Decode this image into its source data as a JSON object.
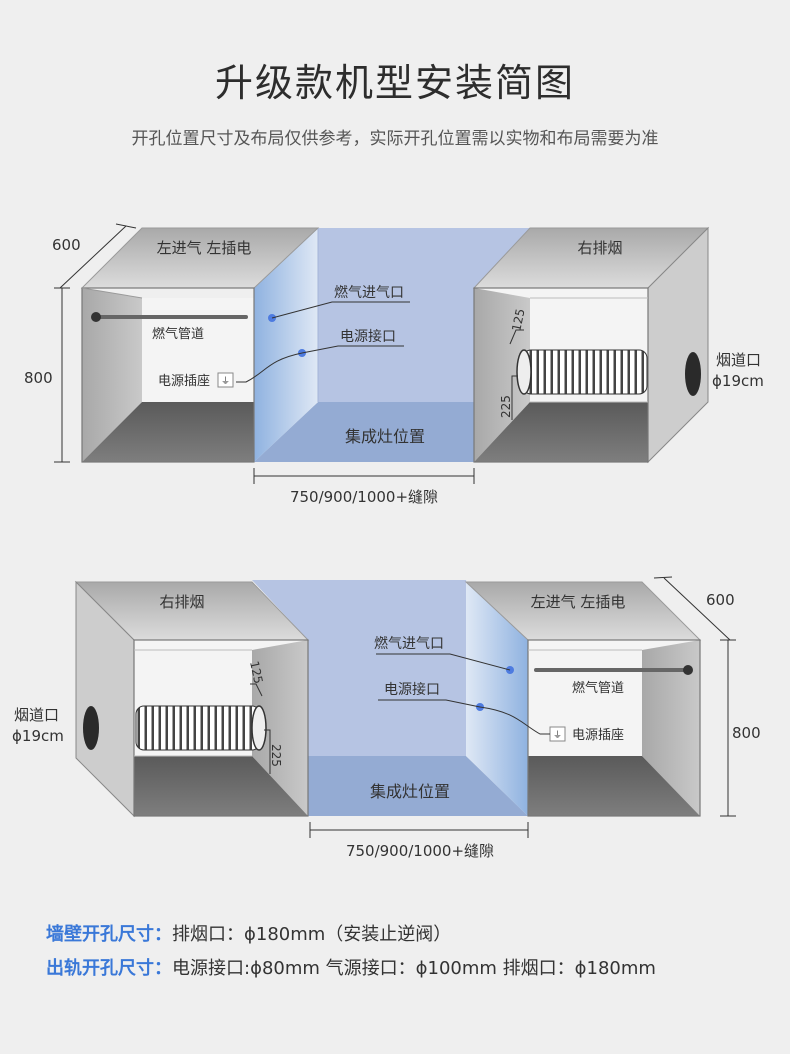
{
  "title": "升级款机型安装简图",
  "subtitle": "开孔位置尺寸及布局仅供参考，实际开孔位置需以实物和布局需要为准",
  "diagram1": {
    "depth": "600",
    "height": "800",
    "left_cabinet_label": "左进气 左插电",
    "right_cabinet_label": "右排烟",
    "gas_pipe": "燃气管道",
    "power_socket": "电源插座",
    "gas_inlet": "燃气进气口",
    "power_port": "电源接口",
    "stove_position": "集成灶位置",
    "width_options": "750/900/1000+缝隙",
    "dim_125": "125",
    "dim_225": "225",
    "flue_label": "烟道口",
    "flue_size": "ϕ19cm"
  },
  "diagram2": {
    "depth": "600",
    "height": "800",
    "left_cabinet_label": "右排烟",
    "right_cabinet_label": "左进气 左插电",
    "gas_pipe": "燃气管道",
    "power_socket": "电源插座",
    "gas_inlet": "燃气进气口",
    "power_port": "电源接口",
    "stove_position": "集成灶位置",
    "width_options": "750/900/1000+缝隙",
    "dim_125": "125",
    "dim_225": "225",
    "flue_label": "烟道口",
    "flue_size": "ϕ19cm"
  },
  "notes": [
    {
      "label": "墙壁开孔尺寸：",
      "text": "排烟口：ϕ180mm（安装止逆阀）"
    },
    {
      "label": "出轨开孔尺寸：",
      "text": "电源接口:ϕ80mm 气源接口：ϕ100mm 排烟口：ϕ180mm"
    }
  ],
  "colors": {
    "accent": "#3a78d8",
    "stove_blue": "#b4c2e2",
    "stove_floor": "#97aed4",
    "cabinet_gray": "#cfcfcf",
    "cabinet_dark": "#6e6e6e"
  }
}
